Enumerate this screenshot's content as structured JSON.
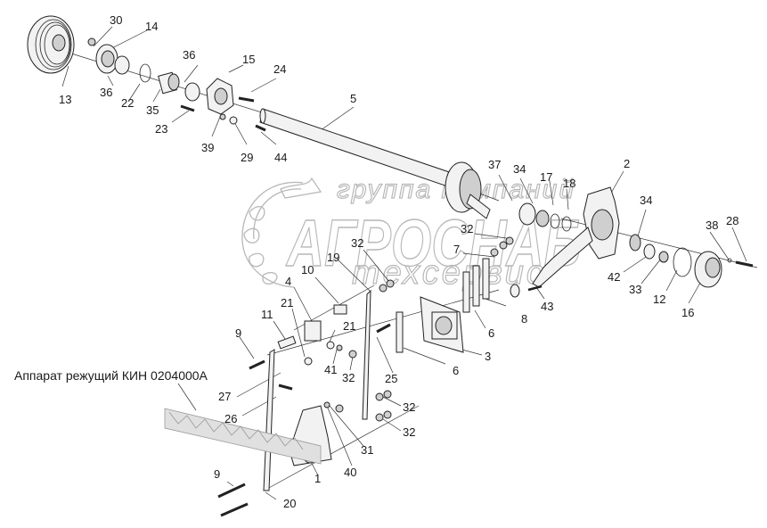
{
  "diagram": {
    "caption": "Аппарат режущий КИН 0204000А",
    "watermark": {
      "line1": "группа компаний",
      "line2": "АГРОСНАБ",
      "line3": "техсервис"
    },
    "colors": {
      "line": "#222222",
      "watermark": "#b8b8b8",
      "background": "#ffffff"
    },
    "callouts": [
      {
        "id": "c13",
        "text": "13"
      },
      {
        "id": "c30",
        "text": "30"
      },
      {
        "id": "c14",
        "text": "14"
      },
      {
        "id": "c36a",
        "text": "36"
      },
      {
        "id": "c36b",
        "text": "36"
      },
      {
        "id": "c22",
        "text": "22"
      },
      {
        "id": "c35",
        "text": "35"
      },
      {
        "id": "c15",
        "text": "15"
      },
      {
        "id": "c24",
        "text": "24"
      },
      {
        "id": "c23",
        "text": "23"
      },
      {
        "id": "c39",
        "text": "39"
      },
      {
        "id": "c29",
        "text": "29"
      },
      {
        "id": "c44",
        "text": "44"
      },
      {
        "id": "c5",
        "text": "5"
      },
      {
        "id": "c37",
        "text": "37"
      },
      {
        "id": "c34a",
        "text": "34"
      },
      {
        "id": "c17",
        "text": "17"
      },
      {
        "id": "c18",
        "text": "18"
      },
      {
        "id": "c2",
        "text": "2"
      },
      {
        "id": "c34b",
        "text": "34"
      },
      {
        "id": "c38",
        "text": "38"
      },
      {
        "id": "c28",
        "text": "28"
      },
      {
        "id": "c42",
        "text": "42"
      },
      {
        "id": "c33",
        "text": "33"
      },
      {
        "id": "c12",
        "text": "12"
      },
      {
        "id": "c16",
        "text": "16"
      },
      {
        "id": "c43",
        "text": "43"
      },
      {
        "id": "c32a",
        "text": "32"
      },
      {
        "id": "c7",
        "text": "7"
      },
      {
        "id": "c32b",
        "text": "32"
      },
      {
        "id": "c19",
        "text": "19"
      },
      {
        "id": "c10",
        "text": "10"
      },
      {
        "id": "c4",
        "text": "4"
      },
      {
        "id": "c8",
        "text": "8"
      },
      {
        "id": "c6a",
        "text": "6"
      },
      {
        "id": "c3",
        "text": "3"
      },
      {
        "id": "c6b",
        "text": "6"
      },
      {
        "id": "c21a",
        "text": "21"
      },
      {
        "id": "c21b",
        "text": "21"
      },
      {
        "id": "c11",
        "text": "11"
      },
      {
        "id": "c9a",
        "text": "9"
      },
      {
        "id": "c41",
        "text": "41"
      },
      {
        "id": "c32c",
        "text": "32"
      },
      {
        "id": "c25",
        "text": "25"
      },
      {
        "id": "c27",
        "text": "27"
      },
      {
        "id": "c26",
        "text": "26"
      },
      {
        "id": "c32d",
        "text": "32"
      },
      {
        "id": "c32e",
        "text": "32"
      },
      {
        "id": "c31",
        "text": "31"
      },
      {
        "id": "c40",
        "text": "40"
      },
      {
        "id": "c1",
        "text": "1"
      },
      {
        "id": "c9b",
        "text": "9"
      },
      {
        "id": "c20",
        "text": "20"
      }
    ]
  }
}
